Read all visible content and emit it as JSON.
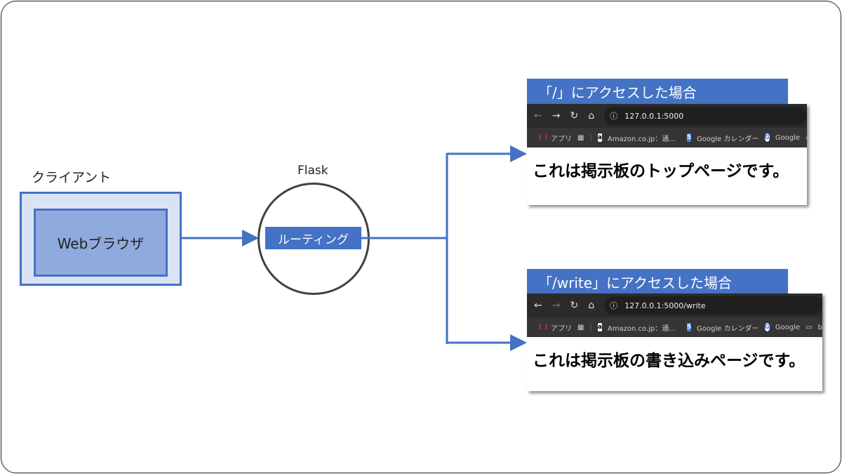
{
  "client": {
    "label": "クライアント",
    "browser": "Webブラウザ"
  },
  "server": {
    "label": "Flask",
    "routing": "ルーティング"
  },
  "colors": {
    "accent": "#4472c4",
    "outer_fill": "#dae3f3",
    "inner_fill": "#8faadc"
  },
  "cases": [
    {
      "header": "「/」にアクセスした場合",
      "url": "127.0.0.1:5000",
      "bookmarks": [
        "アプリ",
        "Amazon.co.jp：通...",
        "Google カレンダー",
        "Google",
        "bo"
      ],
      "content": "これは掲示板のトップページです。",
      "forward_enabled": true,
      "back_enabled": false
    },
    {
      "header": "「/write」にアクセスした場合",
      "url": "127.0.0.1:5000/write",
      "bookmarks": [
        "アプリ",
        "Amazon.co.jp：通...",
        "Google カレンダー",
        "Google",
        "bookma"
      ],
      "content": "これは掲示板の書き込みページです。",
      "forward_enabled": false,
      "back_enabled": true
    }
  ]
}
